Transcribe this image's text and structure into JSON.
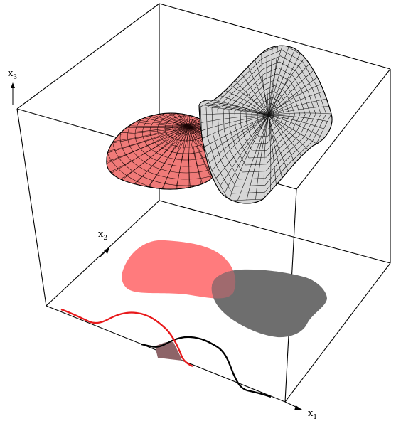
{
  "axes": {
    "x1": {
      "base": "x",
      "sub": "1"
    },
    "x2": {
      "base": "x",
      "sub": "2"
    },
    "x3": {
      "base": "x",
      "sub": "3"
    }
  },
  "colors": {
    "red_surface": "#f07a78",
    "red_projection": "#ff7b7d",
    "red_curve": "#e8191b",
    "grey_surface": "#d6d6d6",
    "grey_projection": "#6e6e6e",
    "black_curve": "#000000",
    "overlap": "#a06a6e"
  }
}
